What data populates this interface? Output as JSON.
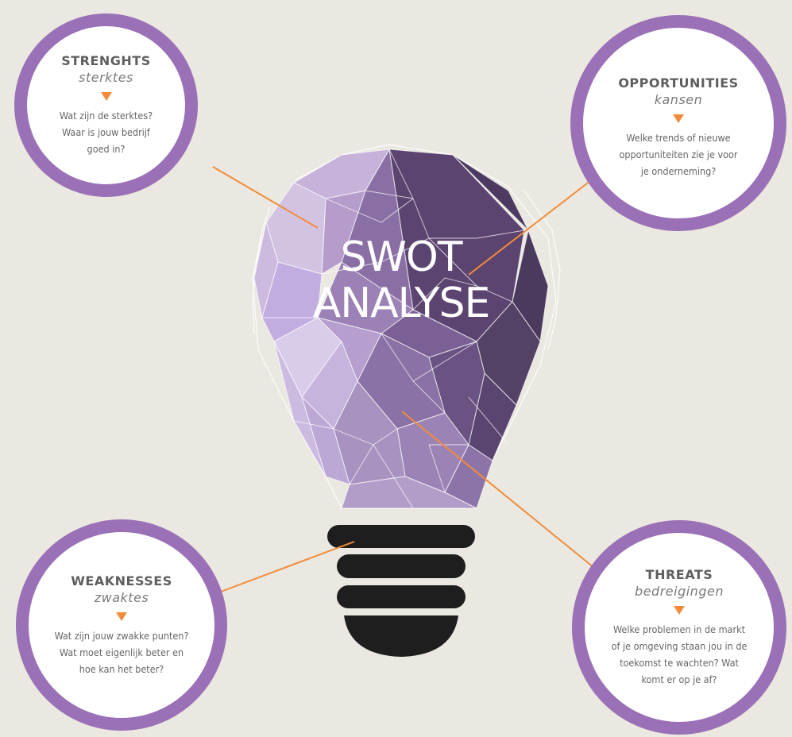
{
  "center": {
    "line1": "SWOT",
    "line2": "ANALYSE"
  },
  "strengths": {
    "title": "STRENGHTS",
    "subtitle": "sterktes",
    "lines": [
      "Wat zijn de sterktes?",
      "Waar is jouw bedrijf",
      "goed in?"
    ]
  },
  "opportunities": {
    "title": "OPPORTUNITIES",
    "subtitle": "kansen",
    "lines": [
      "Welke trends of nieuwe",
      "opportuniteiten zie je voor",
      "je onderneming?"
    ]
  },
  "weaknesses": {
    "title": "WEAKNESSES",
    "subtitle": "zwaktes",
    "lines": [
      "Wat zijn jouw zwakke punten?",
      "Wat moet eigenlijk beter en",
      "hoe kan het beter?"
    ]
  },
  "threats": {
    "title": "THREATS",
    "subtitle": "bedreigingen",
    "lines": [
      "Welke problemen in de markt",
      "of je omgeving staan jou in de",
      "toekomst te wachten? Wat",
      "komt er op je af?"
    ]
  },
  "colors": {
    "background": "#eae8e0",
    "ring": "#9a71b6",
    "accent": "#f28c3a",
    "bulb_base": "#1e1e1e"
  }
}
